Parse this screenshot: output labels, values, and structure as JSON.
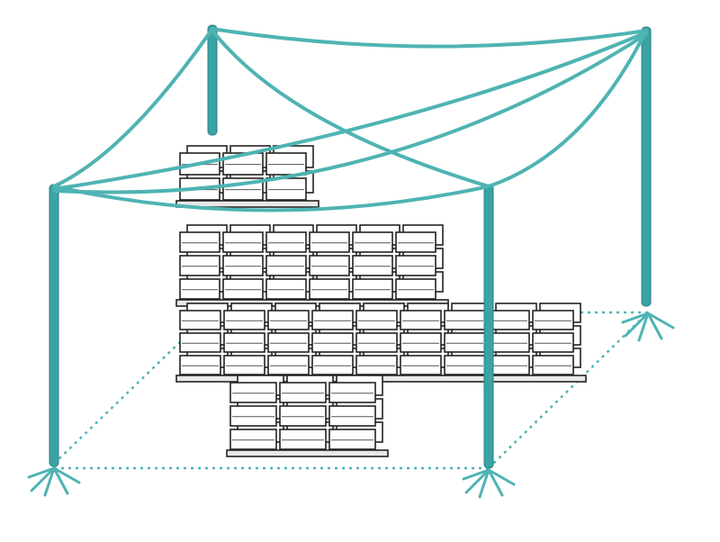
{
  "colors": {
    "rope": "#4fb3b3",
    "pole": "#3aa3a3",
    "crate_outline": "#222222",
    "background": "#ffffff"
  },
  "icons": [
    "shade-net-rope",
    "pole",
    "ground-stake",
    "crate-stack",
    "pallet"
  ]
}
